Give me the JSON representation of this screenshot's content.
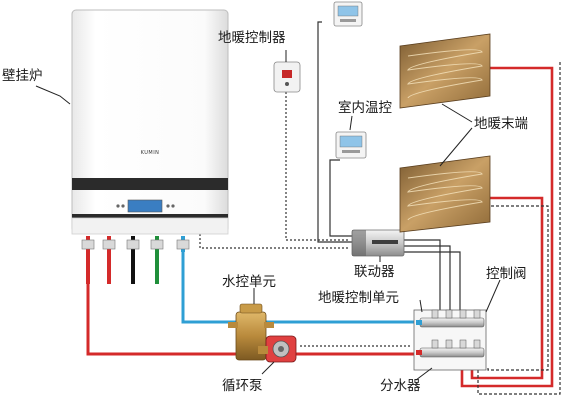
{
  "labels": {
    "boiler": "壁挂炉",
    "floor_heating_controller": "地暖控制器",
    "indoor_thermostat": "室内温控",
    "floor_heating_terminal": "地暖末端",
    "linkage_unit": "联动器",
    "water_control_unit": "水控单元",
    "floor_heating_control_unit": "地暖控制单元",
    "control_valve": "控制阀",
    "circulation_pump": "循环泵",
    "manifold": "分水器"
  },
  "boiler_brand": "KUMIN",
  "colors": {
    "supply_pipe": "#d42a2a",
    "return_pipe": "#2f9fd4",
    "signal_wire": "#333333",
    "boiler_band": "#2b2b2b",
    "floor_wood": "#c8a26a",
    "brass": "#b98a3c"
  },
  "icons": [
    "thermostat-icon",
    "wall-controller-icon",
    "linkage-box-icon",
    "pump-icon",
    "manifold-icon",
    "floor-tile-icon"
  ]
}
